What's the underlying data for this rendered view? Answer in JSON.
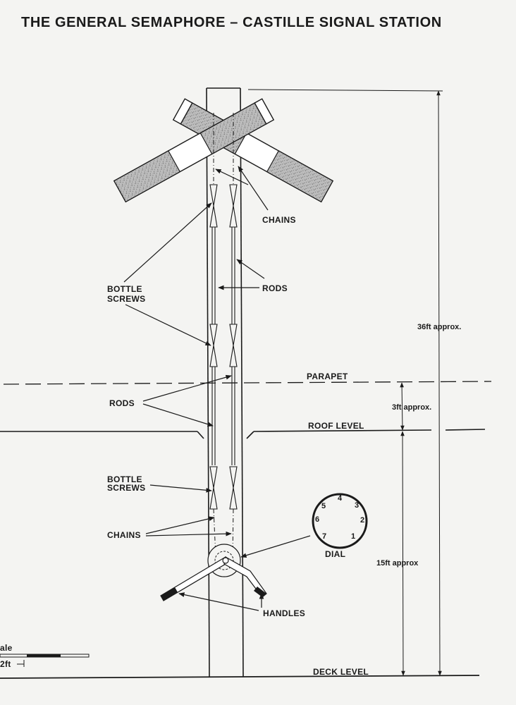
{
  "title": "THE GENERAL SEMAPHORE – CASTILLE SIGNAL STATION",
  "labels": {
    "chains_top": "CHAINS",
    "bottle_top_1": "BOTTLE",
    "bottle_top_2": "SCREWS",
    "rods_top": "RODS",
    "parapet": "PARAPET",
    "rods_mid": "RODS",
    "roof": "ROOF LEVEL",
    "bottle_low_1": "BOTTLE",
    "bottle_low_2": "SCREWS",
    "chains_low": "CHAINS",
    "dial": "DIAL",
    "handles": "HANDLES",
    "deck": "DECK LEVEL"
  },
  "dimensions": {
    "total": "36ft approx.",
    "parapet": "3ft approx.",
    "deck_to_roof": "15ft approx"
  },
  "dial_numbers": [
    "1",
    "2",
    "3",
    "4",
    "5",
    "6",
    "7"
  ],
  "scale": {
    "label": "ale",
    "value": "2ft"
  }
}
